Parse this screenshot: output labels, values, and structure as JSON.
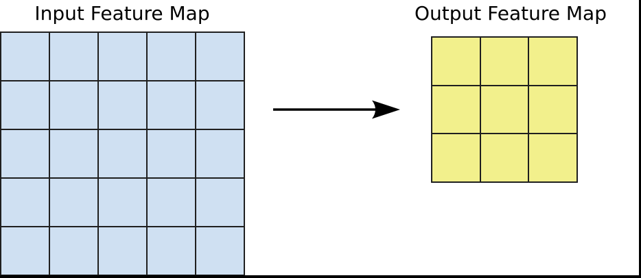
{
  "titles": {
    "input": "Input Feature Map",
    "output": "Output Feature Map"
  },
  "input_grid": {
    "label": "Input Feature Map",
    "rows": 5,
    "cols": 5,
    "cell_color": "#cfe0f2",
    "line_color": "#1f1f1f",
    "cell_name": "input-grid-cell"
  },
  "output_grid": {
    "label": "Output Feature Map",
    "rows": 3,
    "cols": 3,
    "cell_color": "#f2f08c",
    "line_color": "#1f1f1f",
    "cell_name": "output-grid-cell"
  },
  "arrow": {
    "name": "right-arrow-icon",
    "color": "#000000",
    "direction": "right"
  },
  "frame_color": "#000000"
}
